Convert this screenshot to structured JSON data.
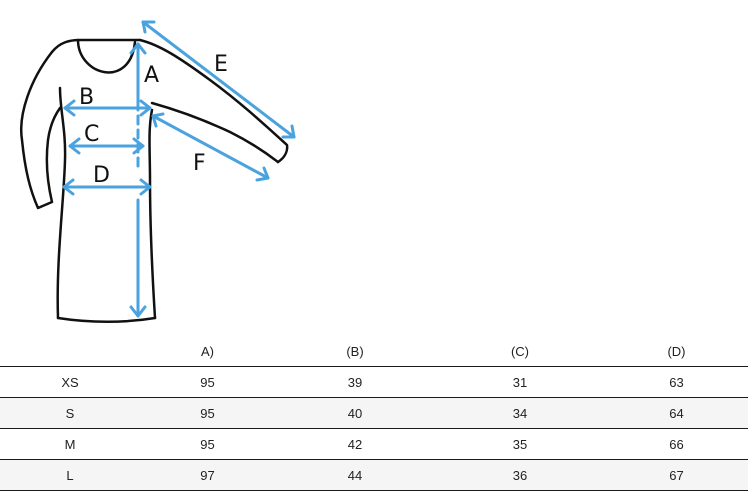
{
  "diagram": {
    "labels": {
      "a": "A",
      "b": "B",
      "c": "C",
      "d": "D",
      "e": "E",
      "f": "F"
    },
    "arrow_color": "#4aa3df",
    "outline_color": "#111111"
  },
  "table": {
    "headers": [
      "",
      "A)",
      "(B)",
      "(C)",
      "(D)"
    ],
    "rows": [
      {
        "size": "XS",
        "a": "95",
        "b": "39",
        "c": "31",
        "d": "63"
      },
      {
        "size": "S",
        "a": "95",
        "b": "40",
        "c": "34",
        "d": "64"
      },
      {
        "size": "M",
        "a": "95",
        "b": "42",
        "c": "35",
        "d": "66"
      },
      {
        "size": "L",
        "a": "97",
        "b": "44",
        "c": "36",
        "d": "67"
      }
    ],
    "alt_row_color": "#f5f5f5"
  }
}
